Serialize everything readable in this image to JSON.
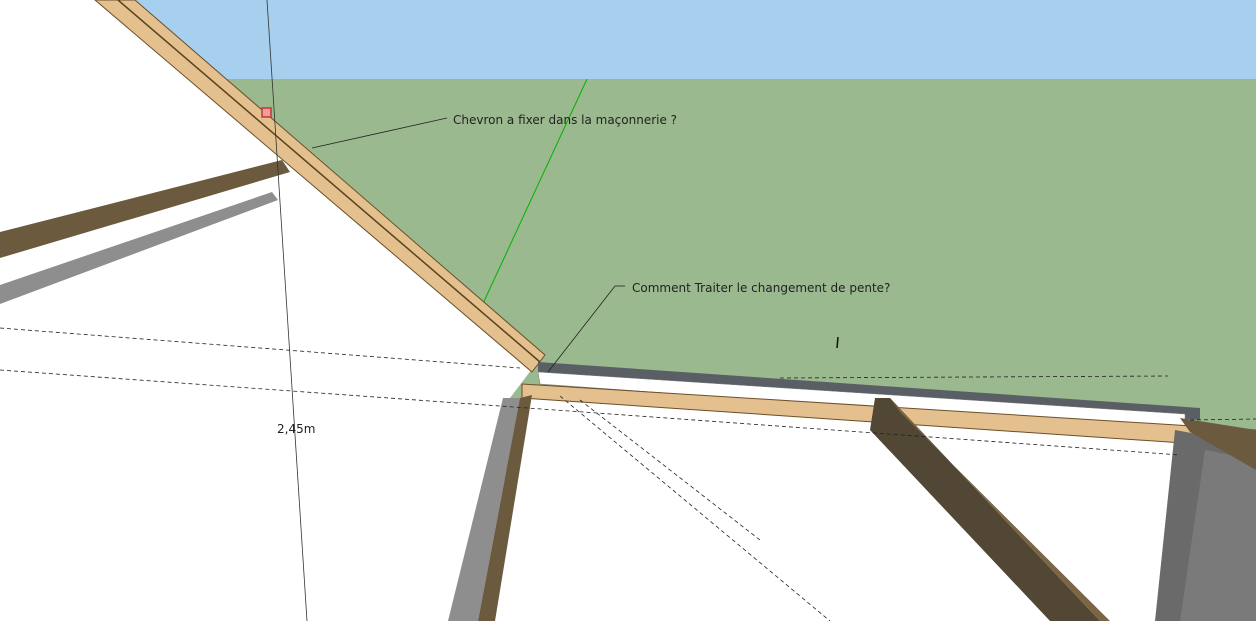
{
  "annotations": {
    "rafter_question": "Chevron a fixer dans la maçonnerie ?",
    "slope_change_question": "Comment Traiter le changement de pente?"
  },
  "dimensions": {
    "height_label": "2,45m"
  },
  "colors": {
    "sky": "#a6d0ee",
    "ground": "#9ab98e",
    "wood": "#e3c08d",
    "wood_edge": "#6b4f2a",
    "dark_beam": "#6b5a3e",
    "grey_beam": "#8e8e8e",
    "green_axis": "#00b400",
    "endpoint_marker": "#cc3333"
  }
}
